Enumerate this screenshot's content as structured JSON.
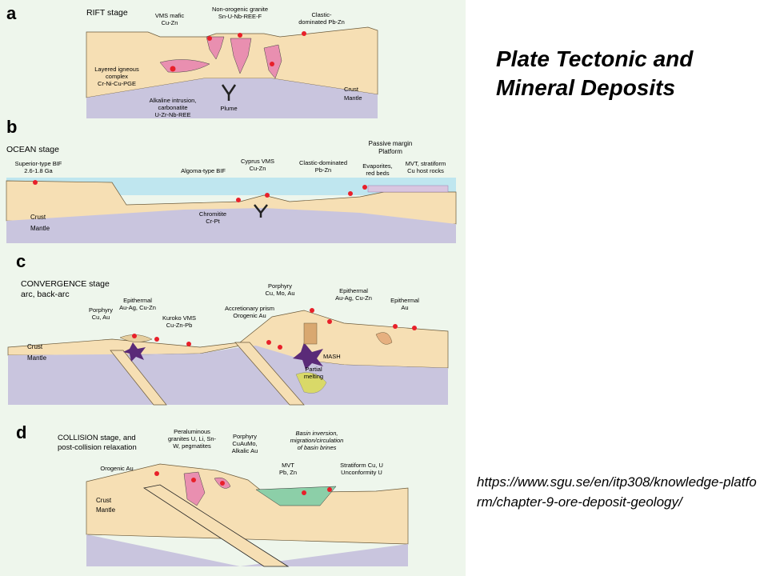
{
  "slide": {
    "title_line1": "Plate Tectonic and",
    "title_line2": "Mineral Deposits",
    "source_url": "https://www.sgu.se/en/itp308/knowledge-platform/chapter-9-ore-deposit-geology/"
  },
  "panels": {
    "a": {
      "letter": "a",
      "stage": "RIFT stage",
      "labels": {
        "vms_mafic": [
          "VMS mafic",
          "Cu-Zn"
        ],
        "granite": [
          "Non-orogenic granite",
          "Sn-U-Nb-REE-F"
        ],
        "clastic": [
          "Clastic-",
          "dominated Pb-Zn"
        ],
        "layered": [
          "Layered igneous",
          "complex",
          "Cr-Ni-Cu-PGE"
        ],
        "alkaline": [
          "Alkaline intrusion,",
          "carbonatite",
          "U-Zr-Nb-REE"
        ],
        "plume": "Plume",
        "crust": "Crust",
        "mantle": "Mantle"
      }
    },
    "b": {
      "letter": "b",
      "stage": "OCEAN stage",
      "labels": {
        "superior": [
          "Superior-type BIF",
          "2.6-1.8 Ga"
        ],
        "algoma": "Algoma-type BIF",
        "cyprus": [
          "Cyprus VMS",
          "Cu-Zn"
        ],
        "clastic": [
          "Clastic-dominated",
          "Pb-Zn"
        ],
        "passive": [
          "Passive margin",
          "Platform"
        ],
        "evaporites": [
          "Evaporites,",
          "red beds"
        ],
        "mvt": [
          "MVT, stratiform",
          "Cu host rocks"
        ],
        "chromitite": [
          "Chromitite",
          "Cr-Pt"
        ],
        "crust": "Crust",
        "mantle": "Mantle"
      }
    },
    "c": {
      "letter": "c",
      "stage": [
        "CONVERGENCE stage",
        "arc, back-arc"
      ],
      "labels": {
        "epithermal_left": [
          "Epithermal",
          "Au-Ag, Cu-Zn"
        ],
        "porphyry_left": [
          "Porphyry",
          "Cu, Au"
        ],
        "kuroko": [
          "Kuroko VMS",
          "Cu-Zn-Pb"
        ],
        "accretionary": [
          "Accretionary prism",
          "Orogenic Au"
        ],
        "porphyry_mid": [
          "Porphyry",
          "Cu, Mo, Au"
        ],
        "epithermal_mid": [
          "Epithermal",
          "Au-Ag, Cu-Zn"
        ],
        "epithermal_right": [
          "Epithermal",
          "Au"
        ],
        "mash": "MASH",
        "partial": [
          "Partial",
          "melting"
        ],
        "crust": "Crust",
        "mantle": "Mantle"
      }
    },
    "d": {
      "letter": "d",
      "stage": [
        "COLLISION stage, and",
        "post-collision relaxation"
      ],
      "labels": {
        "peraluminous": [
          "Peraluminous",
          "granites U, Li, Sn-",
          "W, pegmatites"
        ],
        "porphyry": [
          "Porphyry",
          "CuAuMo,",
          "Alkalic Au"
        ],
        "basin": [
          "Basin inversion,",
          "migration/circulation",
          "of basin brines"
        ],
        "orogenic": "Orogenic Au",
        "mvt": [
          "MVT",
          "Pb, Zn"
        ],
        "stratiform": [
          "Stratiform Cu, U",
          "Unconformity U"
        ],
        "crust": "Crust",
        "mantle": "Mantle"
      }
    }
  },
  "colors": {
    "panel_bg": "#eef6ec",
    "crust": "#f6dfb4",
    "mantle": "#c9c5de",
    "ocean": "#bfe6ef",
    "intrusion": "#e98fb0",
    "deposit": "#e8202a",
    "mash": "#5a2a78",
    "melt": "#d9d968",
    "sediment": "#8ccfa8"
  }
}
